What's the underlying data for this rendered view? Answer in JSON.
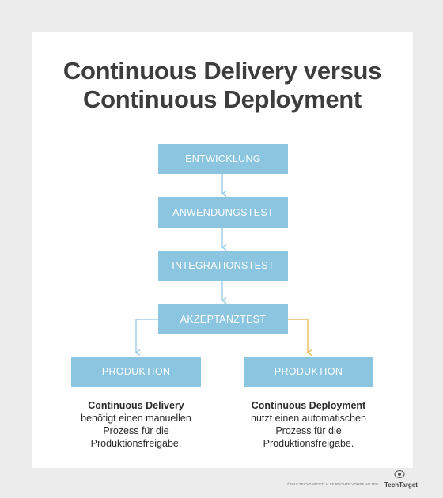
{
  "title": {
    "line1": "Continuous Delivery versus",
    "line2": "Continuous Deployment"
  },
  "steps": [
    "ENTWICKLUNG",
    "ANWENDUNGSTEST",
    "INTEGRATIONSTEST",
    "AKZEPTANZTEST"
  ],
  "branches": [
    {
      "box_label": "PRODUKTION",
      "heading": "Continuous Delivery",
      "lines": [
        "benötigt einen manuellen",
        "Prozess für die",
        "Produktionsfreigabe."
      ],
      "connector_color": "#8cc5e0"
    },
    {
      "box_label": "PRODUKTION",
      "heading": "Continuous Deployment",
      "lines": [
        "nutzt einen automatischen",
        "Prozess für die",
        "Produktionsfreigabe."
      ],
      "connector_color": "#e3b23c"
    }
  ],
  "colors": {
    "box": "#8cc5e0",
    "title": "#3d3d3d",
    "delivery_connector": "#8cc5e0",
    "deployment_connector": "#e3b23c"
  },
  "footer": {
    "copyright": "©2018 TECHTARGET. ALLE RECHTE VORBEHALTEN.",
    "brand": "TechTarget",
    "icon": "eye-logo-icon"
  }
}
